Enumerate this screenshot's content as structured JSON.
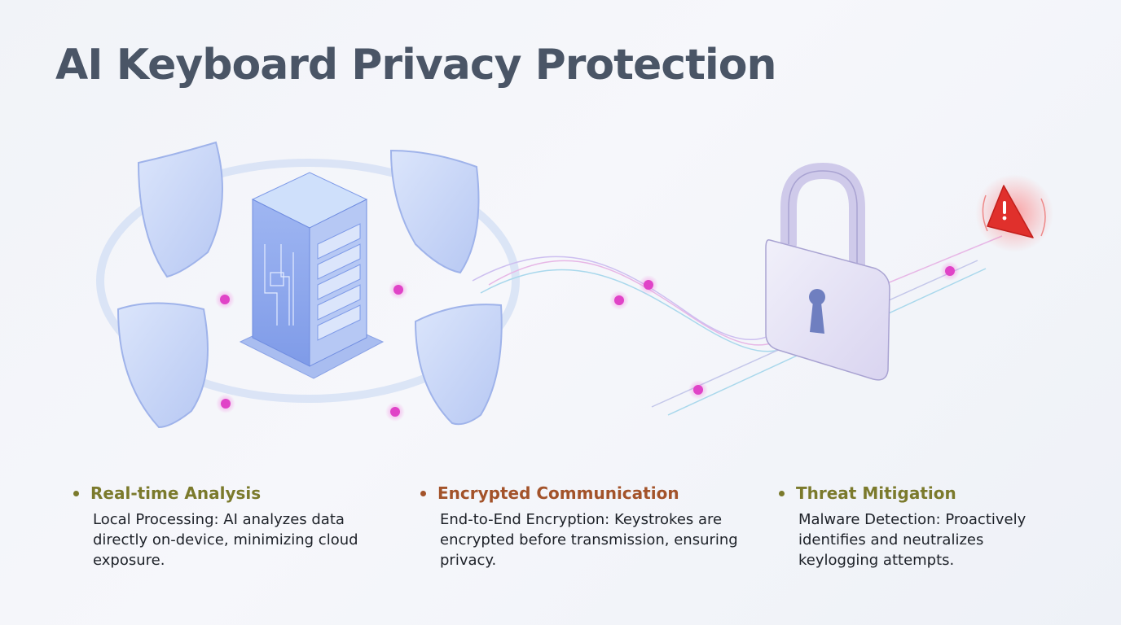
{
  "title": "AI Keyboard Privacy Protection",
  "colors": {
    "title": "#4a5566",
    "feature_1_heading": "#7b7a2c",
    "feature_2_heading": "#a3532a",
    "feature_3_heading": "#7b7a2c",
    "shield": "#c5d3f5",
    "server": "#8fa9ee",
    "node": "#e043c7",
    "alert": "#e0302c",
    "lock": "#e4e1f3"
  },
  "illustration": {
    "left_group": "server tower surrounded by four shields on an orbit ring",
    "center": "data streams with pink nodes flowing right",
    "right_group": "padlock with keyhole and red warning alert",
    "icons": [
      "shield-icon",
      "server-icon",
      "data-node-icon",
      "padlock-icon",
      "keyhole-icon",
      "warning-alert-icon"
    ]
  },
  "features": [
    {
      "heading": "Real-time Analysis",
      "body": "Local Processing: AI analyzes data directly on-device, minimizing cloud exposure."
    },
    {
      "heading": "Encrypted Communication",
      "body": "End-to-End Encryption: Keystrokes are encrypted before transmission, ensuring privacy."
    },
    {
      "heading": "Threat Mitigation",
      "body": "Malware Detection: Proactively identifies and neutralizes keylogging attempts."
    }
  ]
}
